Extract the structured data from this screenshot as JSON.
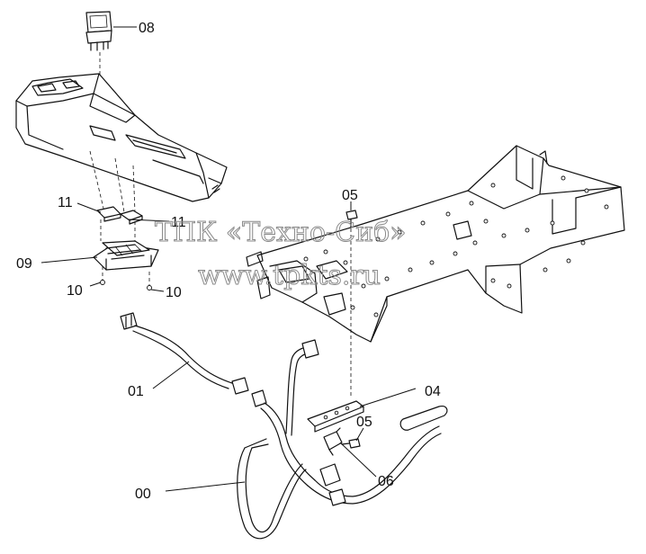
{
  "labels": {
    "l08": "08",
    "l05a": "05",
    "l11a": "11",
    "l11b": "11",
    "l09": "09",
    "l10a": "10",
    "l10b": "10",
    "l01": "01",
    "l04": "04",
    "l05b": "05",
    "l06": "06",
    "l00": "00"
  },
  "watermark": {
    "line1": "ТПК «Техно-Сиб»",
    "line2": "www.tpkts.ru"
  }
}
